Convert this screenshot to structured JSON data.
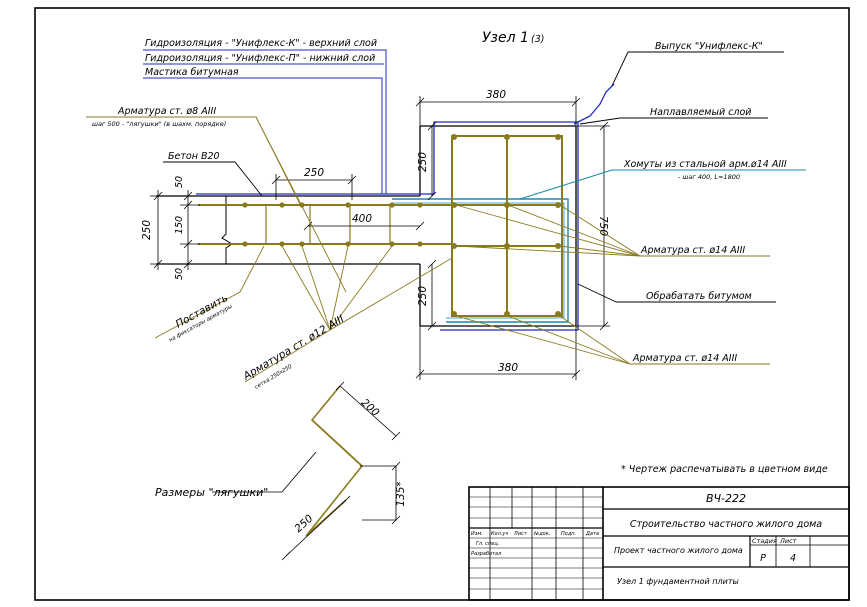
{
  "title": {
    "main": "Узел 1",
    "sheet_ref": "(3)"
  },
  "callouts": {
    "waterproof_top": "Гидроизоляция - \"Унифлекс-К\" - верхний слой",
    "waterproof_bottom": "Гидроизоляция - \"Унифлекс-П\" - нижний слой",
    "mastic": "Мастика битумная",
    "rebar8": "Арматура ст. ø8 AIII",
    "rebar8_note": "шаг 500 - \"лягушки\" (в шахм. порядке)",
    "concrete": "Бетон B20",
    "release": "Выпуск \"Унифлекс-К\"",
    "fused_layer": "Наплавляемый слой",
    "clamps": "Хомуты из стальной арм.ø14 AIII",
    "clamps_note": "- шаг 400, L=1800",
    "rebar14_a": "Арматура ст. ø14 AIII",
    "bitumen": "Обрабатать битумом",
    "rebar14_b": "Арматура ст. ø14 AIII",
    "place": "Поставить",
    "place_note": "на фиксаторы арматуры",
    "rebar12": "Арматура ст. ø12 AIII",
    "rebar12_note": "сетка 250х250",
    "frog_sizes": "Размеры \"лягушки\"",
    "print_note": "* Чертеж распечатывать в цветном виде"
  },
  "dimensions": {
    "top_width": "380",
    "bottom_width": "380",
    "height_total": "750",
    "upper_part": "250",
    "lower_part": "250",
    "slab_total": "250",
    "slab_top": "50",
    "slab_mid": "150",
    "slab_bot": "50",
    "step_250": "250",
    "step_400": "400",
    "frog_200": "200",
    "frog_135": "135*",
    "frog_250": "250"
  },
  "title_block": {
    "doc_code": "ВЧ-222",
    "project": "Строительство частного жилого дома",
    "object": "Проект частного жилого дома",
    "drawing": "Узел 1 фундаментной плиты",
    "headers": {
      "change": "Изм.",
      "qty": "Кол.уч",
      "sheet": "Лист",
      "doc": "№док.",
      "sign": "Подп.",
      "date": "Дата"
    },
    "roles": {
      "chief": "Гл. спец.",
      "developer": "Разработал"
    },
    "stage_label": "Стадия",
    "sheet_label": "Лист",
    "stage_value": "Р",
    "sheet_value": "4"
  },
  "colors": {
    "rebar": "#8a7a1e",
    "waterproof": "#1f2bc4",
    "clamp": "#1b8aa6",
    "line": "#000000"
  }
}
